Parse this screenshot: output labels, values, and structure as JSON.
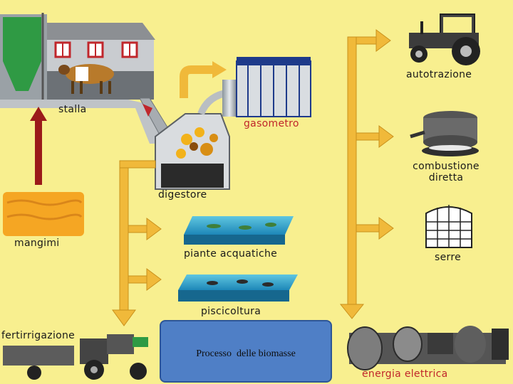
{
  "colors": {
    "background": "#f8ef8f",
    "arrow": "#f0b93a",
    "arrow_outline": "#c9911c",
    "feed_arrow": "#9b1a1a",
    "caption_box": "#4f7fc6",
    "gasometer_label": "#c0262b",
    "energy_label": "#c0262b"
  },
  "labels": {
    "stalla": "stalla",
    "mangimi": "mangimi",
    "digestore": "digestore",
    "gasometro": "gasometro",
    "piante": "piante acquatiche",
    "piscicoltura": "piscicoltura",
    "fertirrigazione": "fertirrigazione",
    "autotrazione": "autotrazione",
    "combustione_1": "combustione",
    "combustione_2": "diretta",
    "serre": "serre",
    "energia": "energia elettrica"
  },
  "caption": "Processo  delle biomasse",
  "icons": [
    "barn-icon",
    "cow-icon",
    "silo-icon",
    "hay-bale-icon",
    "digester-icon",
    "gas-holder-icon",
    "pond-plants-icon",
    "fish-pond-icon",
    "tractor-icon",
    "cooking-pot-icon",
    "greenhouse-icon",
    "generator-icon",
    "tractor-trailer-icon"
  ]
}
